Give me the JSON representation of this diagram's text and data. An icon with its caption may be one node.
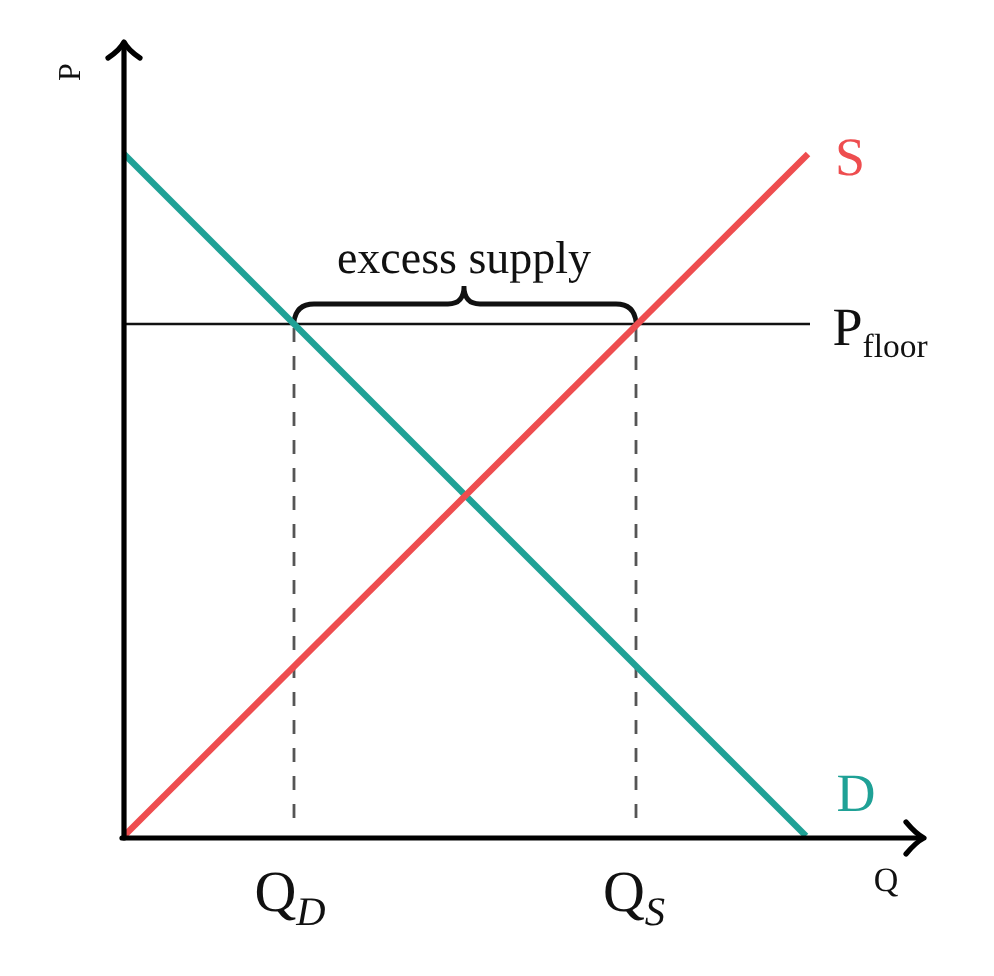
{
  "diagram": {
    "labels": [
      "P",
      "S",
      "excess supply",
      "P$_{floor}$",
      "D",
      "Q$_{D}$",
      "Q$_{S}$",
      "Q"
    ]
  }
}
